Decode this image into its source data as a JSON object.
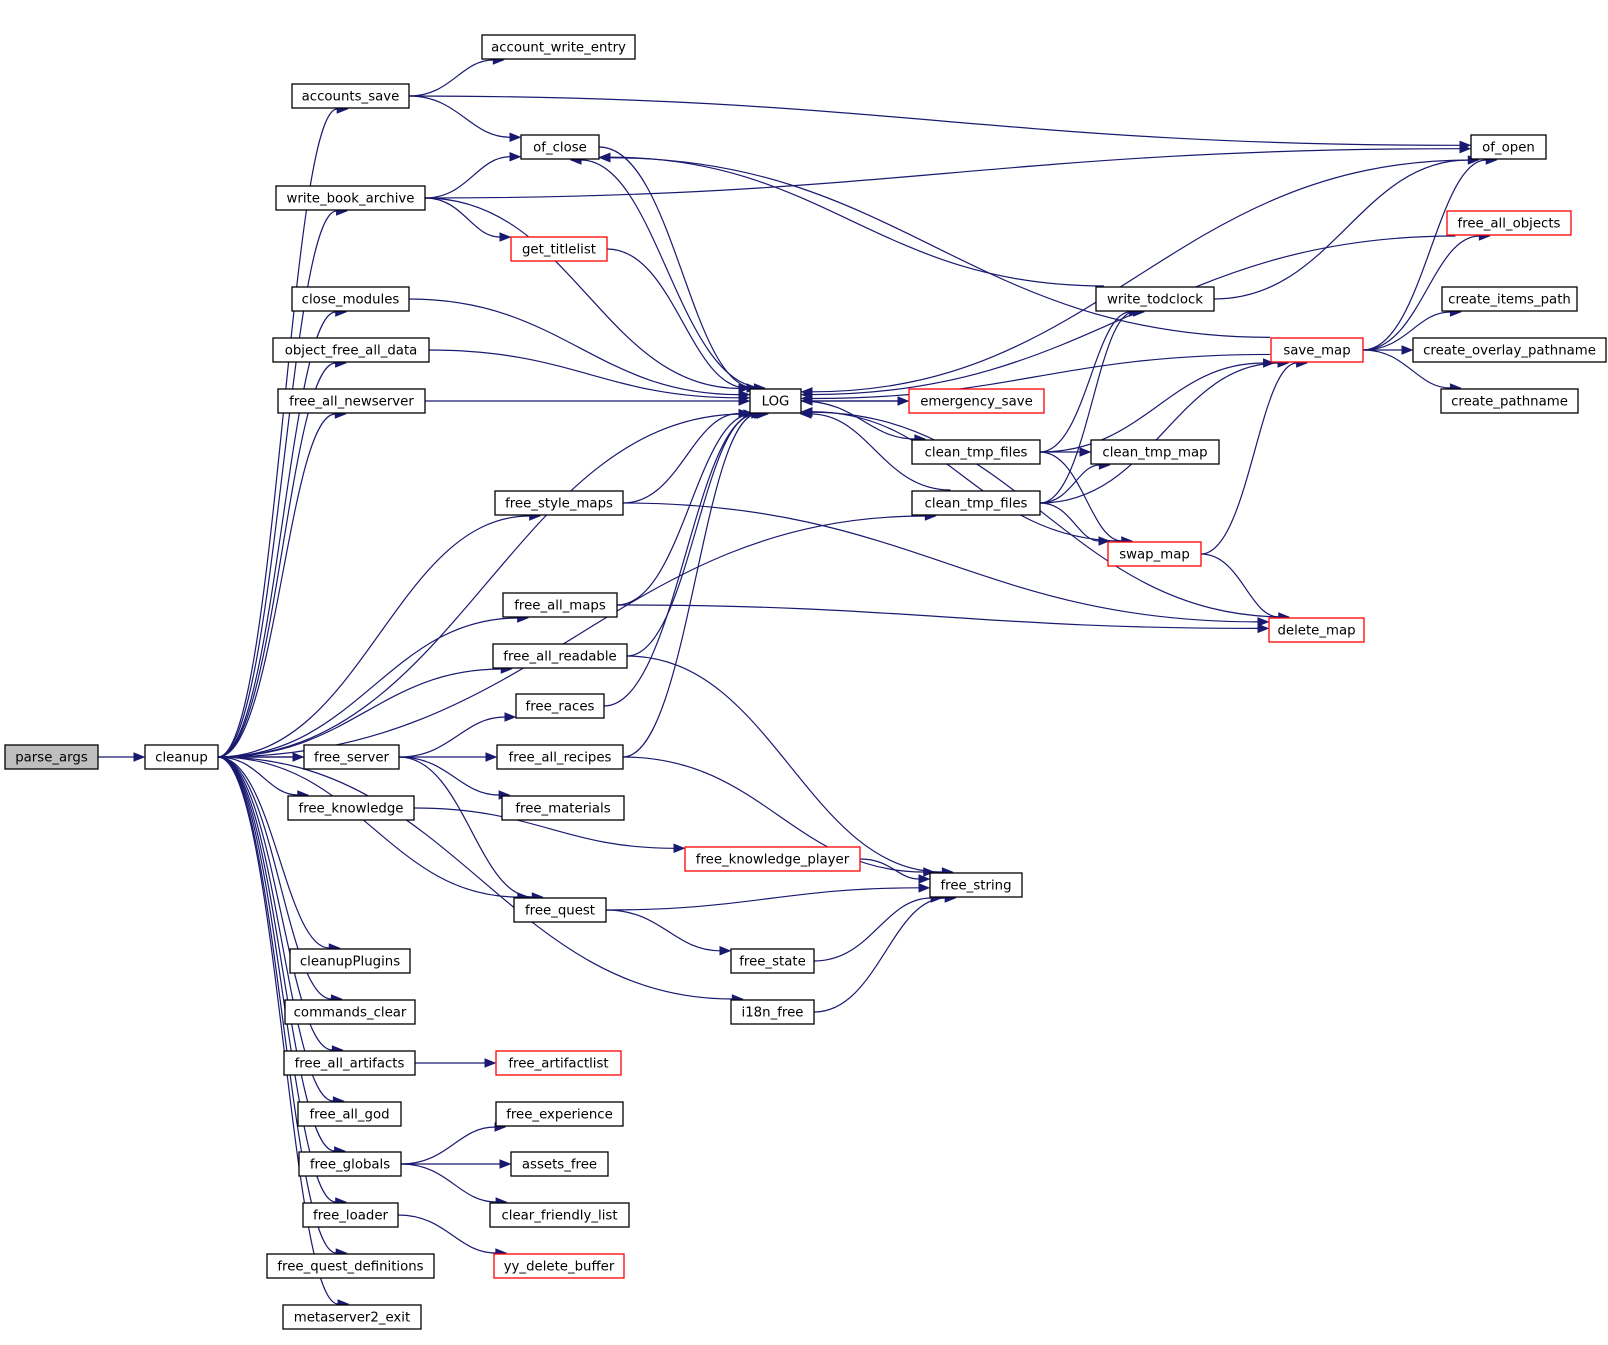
{
  "colors": {
    "edge": "#191970",
    "root_fill": "#bfbfbf",
    "node_border": "#000000",
    "truncated_border": "#ff0000",
    "node_fill": "#ffffff"
  },
  "nodes": [
    {
      "id": "parse_args",
      "label": "parse_args",
      "kind": "root"
    },
    {
      "id": "cleanup",
      "label": "cleanup",
      "kind": "normal"
    },
    {
      "id": "accounts_save",
      "label": "accounts_save",
      "kind": "normal"
    },
    {
      "id": "account_write_entry",
      "label": "account_write_entry",
      "kind": "normal"
    },
    {
      "id": "of_close",
      "label": "of_close",
      "kind": "normal"
    },
    {
      "id": "of_open",
      "label": "of_open",
      "kind": "normal"
    },
    {
      "id": "write_book_archive",
      "label": "write_book_archive",
      "kind": "normal"
    },
    {
      "id": "get_titlelist",
      "label": "get_titlelist",
      "kind": "truncated"
    },
    {
      "id": "close_modules",
      "label": "close_modules",
      "kind": "normal"
    },
    {
      "id": "object_free_all_data",
      "label": "object_free_all_data",
      "kind": "normal"
    },
    {
      "id": "free_all_newserver",
      "label": "free_all_newserver",
      "kind": "normal"
    },
    {
      "id": "LOG",
      "label": "LOG",
      "kind": "normal"
    },
    {
      "id": "emergency_save",
      "label": "emergency_save",
      "kind": "truncated"
    },
    {
      "id": "clean_tmp_files_1",
      "label": "clean_tmp_files",
      "kind": "normal"
    },
    {
      "id": "clean_tmp_map",
      "label": "clean_tmp_map",
      "kind": "normal"
    },
    {
      "id": "clean_tmp_files_2",
      "label": "clean_tmp_files",
      "kind": "normal"
    },
    {
      "id": "swap_map",
      "label": "swap_map",
      "kind": "truncated"
    },
    {
      "id": "write_todclock",
      "label": "write_todclock",
      "kind": "normal"
    },
    {
      "id": "free_all_objects",
      "label": "free_all_objects",
      "kind": "truncated"
    },
    {
      "id": "save_map",
      "label": "save_map",
      "kind": "truncated"
    },
    {
      "id": "create_items_path",
      "label": "create_items_path",
      "kind": "normal"
    },
    {
      "id": "create_overlay_pathname",
      "label": "create_overlay_pathname",
      "kind": "normal"
    },
    {
      "id": "create_pathname",
      "label": "create_pathname",
      "kind": "normal"
    },
    {
      "id": "delete_map",
      "label": "delete_map",
      "kind": "truncated"
    },
    {
      "id": "free_style_maps",
      "label": "free_style_maps",
      "kind": "normal"
    },
    {
      "id": "free_all_maps",
      "label": "free_all_maps",
      "kind": "normal"
    },
    {
      "id": "free_all_readable",
      "label": "free_all_readable",
      "kind": "normal"
    },
    {
      "id": "free_races",
      "label": "free_races",
      "kind": "normal"
    },
    {
      "id": "free_all_recipes",
      "label": "free_all_recipes",
      "kind": "normal"
    },
    {
      "id": "free_server",
      "label": "free_server",
      "kind": "normal"
    },
    {
      "id": "free_materials",
      "label": "free_materials",
      "kind": "normal"
    },
    {
      "id": "free_knowledge",
      "label": "free_knowledge",
      "kind": "normal"
    },
    {
      "id": "free_knowledge_player",
      "label": "free_knowledge_player",
      "kind": "truncated"
    },
    {
      "id": "free_string",
      "label": "free_string",
      "kind": "normal"
    },
    {
      "id": "free_quest",
      "label": "free_quest",
      "kind": "normal"
    },
    {
      "id": "free_state",
      "label": "free_state",
      "kind": "normal"
    },
    {
      "id": "cleanupPlugins",
      "label": "cleanupPlugins",
      "kind": "normal"
    },
    {
      "id": "commands_clear",
      "label": "commands_clear",
      "kind": "normal"
    },
    {
      "id": "i18n_free",
      "label": "i18n_free",
      "kind": "normal"
    },
    {
      "id": "free_all_artifacts",
      "label": "free_all_artifacts",
      "kind": "normal"
    },
    {
      "id": "free_artifactlist",
      "label": "free_artifactlist",
      "kind": "truncated"
    },
    {
      "id": "free_all_god",
      "label": "free_all_god",
      "kind": "normal"
    },
    {
      "id": "free_globals",
      "label": "free_globals",
      "kind": "normal"
    },
    {
      "id": "free_experience",
      "label": "free_experience",
      "kind": "normal"
    },
    {
      "id": "assets_free",
      "label": "assets_free",
      "kind": "normal"
    },
    {
      "id": "clear_friendly_list",
      "label": "clear_friendly_list",
      "kind": "normal"
    },
    {
      "id": "free_loader",
      "label": "free_loader",
      "kind": "normal"
    },
    {
      "id": "yy_delete_buffer",
      "label": "yy_delete_buffer",
      "kind": "truncated"
    },
    {
      "id": "free_quest_definitions",
      "label": "free_quest_definitions",
      "kind": "normal"
    },
    {
      "id": "metaserver2_exit",
      "label": "metaserver2_exit",
      "kind": "normal"
    }
  ],
  "edges": [
    [
      "parse_args",
      "cleanup"
    ],
    [
      "cleanup",
      "accounts_save"
    ],
    [
      "cleanup",
      "write_book_archive"
    ],
    [
      "cleanup",
      "close_modules"
    ],
    [
      "cleanup",
      "object_free_all_data"
    ],
    [
      "cleanup",
      "free_all_newserver"
    ],
    [
      "cleanup",
      "LOG"
    ],
    [
      "cleanup",
      "free_style_maps"
    ],
    [
      "cleanup",
      "clean_tmp_files_2"
    ],
    [
      "cleanup",
      "free_all_maps"
    ],
    [
      "cleanup",
      "free_all_readable"
    ],
    [
      "cleanup",
      "free_all_recipes"
    ],
    [
      "cleanup",
      "free_server"
    ],
    [
      "cleanup",
      "free_knowledge"
    ],
    [
      "cleanup",
      "free_quest"
    ],
    [
      "cleanup",
      "cleanupPlugins"
    ],
    [
      "cleanup",
      "commands_clear"
    ],
    [
      "cleanup",
      "i18n_free"
    ],
    [
      "cleanup",
      "free_all_artifacts"
    ],
    [
      "cleanup",
      "free_all_god"
    ],
    [
      "cleanup",
      "free_globals"
    ],
    [
      "cleanup",
      "free_loader"
    ],
    [
      "cleanup",
      "free_quest_definitions"
    ],
    [
      "cleanup",
      "metaserver2_exit"
    ],
    [
      "accounts_save",
      "account_write_entry"
    ],
    [
      "accounts_save",
      "of_close"
    ],
    [
      "accounts_save",
      "of_open"
    ],
    [
      "write_book_archive",
      "of_close"
    ],
    [
      "write_book_archive",
      "of_open"
    ],
    [
      "write_book_archive",
      "get_titlelist"
    ],
    [
      "write_book_archive",
      "LOG"
    ],
    [
      "get_titlelist",
      "LOG"
    ],
    [
      "close_modules",
      "LOG"
    ],
    [
      "object_free_all_data",
      "LOG"
    ],
    [
      "free_all_newserver",
      "LOG"
    ],
    [
      "of_close",
      "LOG"
    ],
    [
      "of_open",
      "LOG"
    ],
    [
      "LOG",
      "of_close"
    ],
    [
      "LOG",
      "emergency_save"
    ],
    [
      "LOG",
      "clean_tmp_files_1"
    ],
    [
      "emergency_save",
      "LOG"
    ],
    [
      "clean_tmp_files_1",
      "clean_tmp_map"
    ],
    [
      "clean_tmp_files_1",
      "write_todclock"
    ],
    [
      "clean_tmp_files_1",
      "save_map"
    ],
    [
      "clean_tmp_files_1",
      "swap_map"
    ],
    [
      "clean_tmp_files_2",
      "clean_tmp_map"
    ],
    [
      "clean_tmp_files_2",
      "write_todclock"
    ],
    [
      "clean_tmp_files_2",
      "save_map"
    ],
    [
      "clean_tmp_files_2",
      "swap_map"
    ],
    [
      "clean_tmp_files_2",
      "LOG"
    ],
    [
      "swap_map",
      "LOG"
    ],
    [
      "swap_map",
      "save_map"
    ],
    [
      "swap_map",
      "delete_map"
    ],
    [
      "write_todclock",
      "of_close"
    ],
    [
      "write_todclock",
      "of_open"
    ],
    [
      "free_all_objects",
      "LOG"
    ],
    [
      "save_map",
      "LOG"
    ],
    [
      "save_map",
      "of_open"
    ],
    [
      "save_map",
      "of_close"
    ],
    [
      "save_map",
      "free_all_objects"
    ],
    [
      "save_map",
      "create_items_path"
    ],
    [
      "save_map",
      "create_overlay_pathname"
    ],
    [
      "save_map",
      "create_pathname"
    ],
    [
      "delete_map",
      "LOG"
    ],
    [
      "free_style_maps",
      "LOG"
    ],
    [
      "free_style_maps",
      "delete_map"
    ],
    [
      "free_all_maps",
      "LOG"
    ],
    [
      "free_all_maps",
      "delete_map"
    ],
    [
      "free_all_readable",
      "LOG"
    ],
    [
      "free_all_readable",
      "free_string"
    ],
    [
      "free_races",
      "LOG"
    ],
    [
      "free_all_recipes",
      "LOG"
    ],
    [
      "free_all_recipes",
      "free_string"
    ],
    [
      "free_server",
      "free_races"
    ],
    [
      "free_server",
      "free_materials"
    ],
    [
      "free_server",
      "free_quest"
    ],
    [
      "free_knowledge",
      "free_knowledge_player"
    ],
    [
      "free_knowledge_player",
      "free_string"
    ],
    [
      "free_quest",
      "free_string"
    ],
    [
      "free_quest",
      "free_state"
    ],
    [
      "free_state",
      "free_string"
    ],
    [
      "i18n_free",
      "free_string"
    ],
    [
      "free_all_artifacts",
      "free_artifactlist"
    ],
    [
      "free_globals",
      "free_experience"
    ],
    [
      "free_globals",
      "assets_free"
    ],
    [
      "free_globals",
      "clear_friendly_list"
    ],
    [
      "free_loader",
      "yy_delete_buffer"
    ]
  ]
}
